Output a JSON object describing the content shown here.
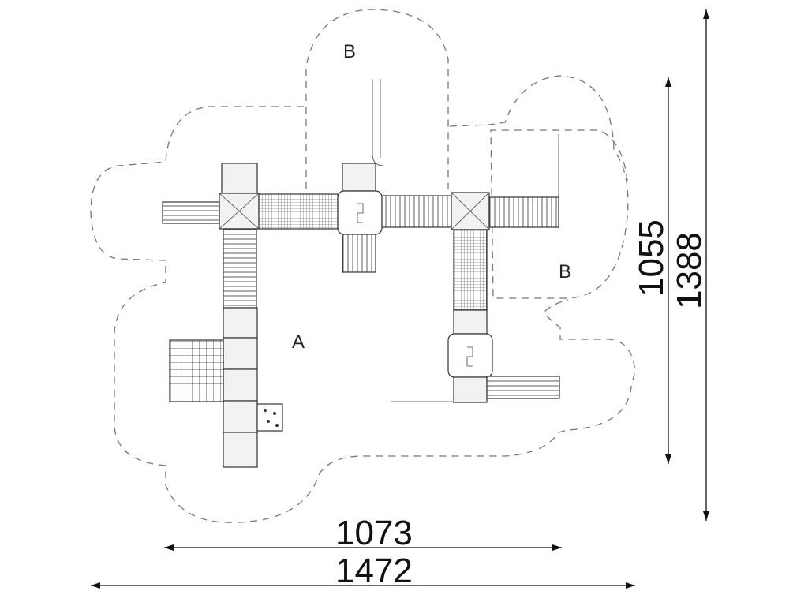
{
  "zones": {
    "a_label": "A",
    "b_top_label": "B",
    "b_right_label": "B"
  },
  "dimensions": {
    "inner_width": "1073",
    "outer_width": "1472",
    "inner_height": "1055",
    "outer_height": "1388"
  }
}
